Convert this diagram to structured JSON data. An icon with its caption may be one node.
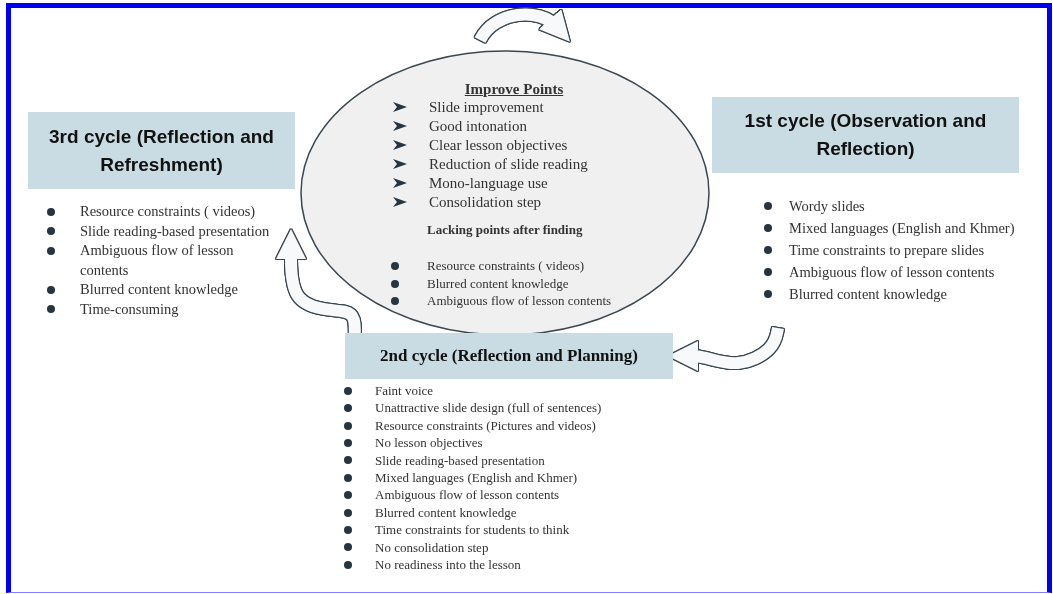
{
  "diagram": {
    "nodes": [
      {
        "text": [
          "Improve Points",
          "Slide improvement",
          "Good intonation",
          "Clear lesson objectives",
          "Reduction of slide reading",
          "Mono-language use",
          "Consolidation step",
          "Lacking points after finding",
          "Resource constraints ( videos)",
          "Blurred content knowledge",
          "Ambiguous flow of lesson contents"
        ]
      },
      {
        "text": [
          "1st cycle (Observation and Reflection)"
        ],
        "beside": [
          "Wordy slides",
          "Mixed languages (English and Khmer)",
          "Time constraints to prepare slides",
          "Ambiguous flow of lesson contents",
          "Blurred content knowledge"
        ]
      },
      {
        "text": [
          "2nd cycle (Reflection and Planning)"
        ],
        "beside": [
          "Faint voice",
          "Unattractive slide design (full of sentences)",
          "Resource constraints (Pictures and videos)",
          "No lesson objectives",
          "Slide reading-based presentation",
          "Mixed languages (English and Khmer)",
          "Ambiguous flow of lesson contents",
          "Blurred content knowledge",
          "Time constraints for students to think",
          "No consolidation step",
          "No readiness into the lesson"
        ]
      },
      {
        "text": [
          "3rd cycle (Reflection and Refreshment)"
        ],
        "beside": [
          "Resource constraints ( videos)",
          "Slide reading-based presentation",
          "Ambiguous flow of lesson contents",
          "Blurred content knowledge",
          "Time-consuming"
        ]
      }
    ],
    "edges": [
      {
        "from": 1,
        "to": 2,
        "arrow": "to"
      },
      {
        "from": 2,
        "to": 3,
        "arrow": "to"
      }
    ]
  }
}
